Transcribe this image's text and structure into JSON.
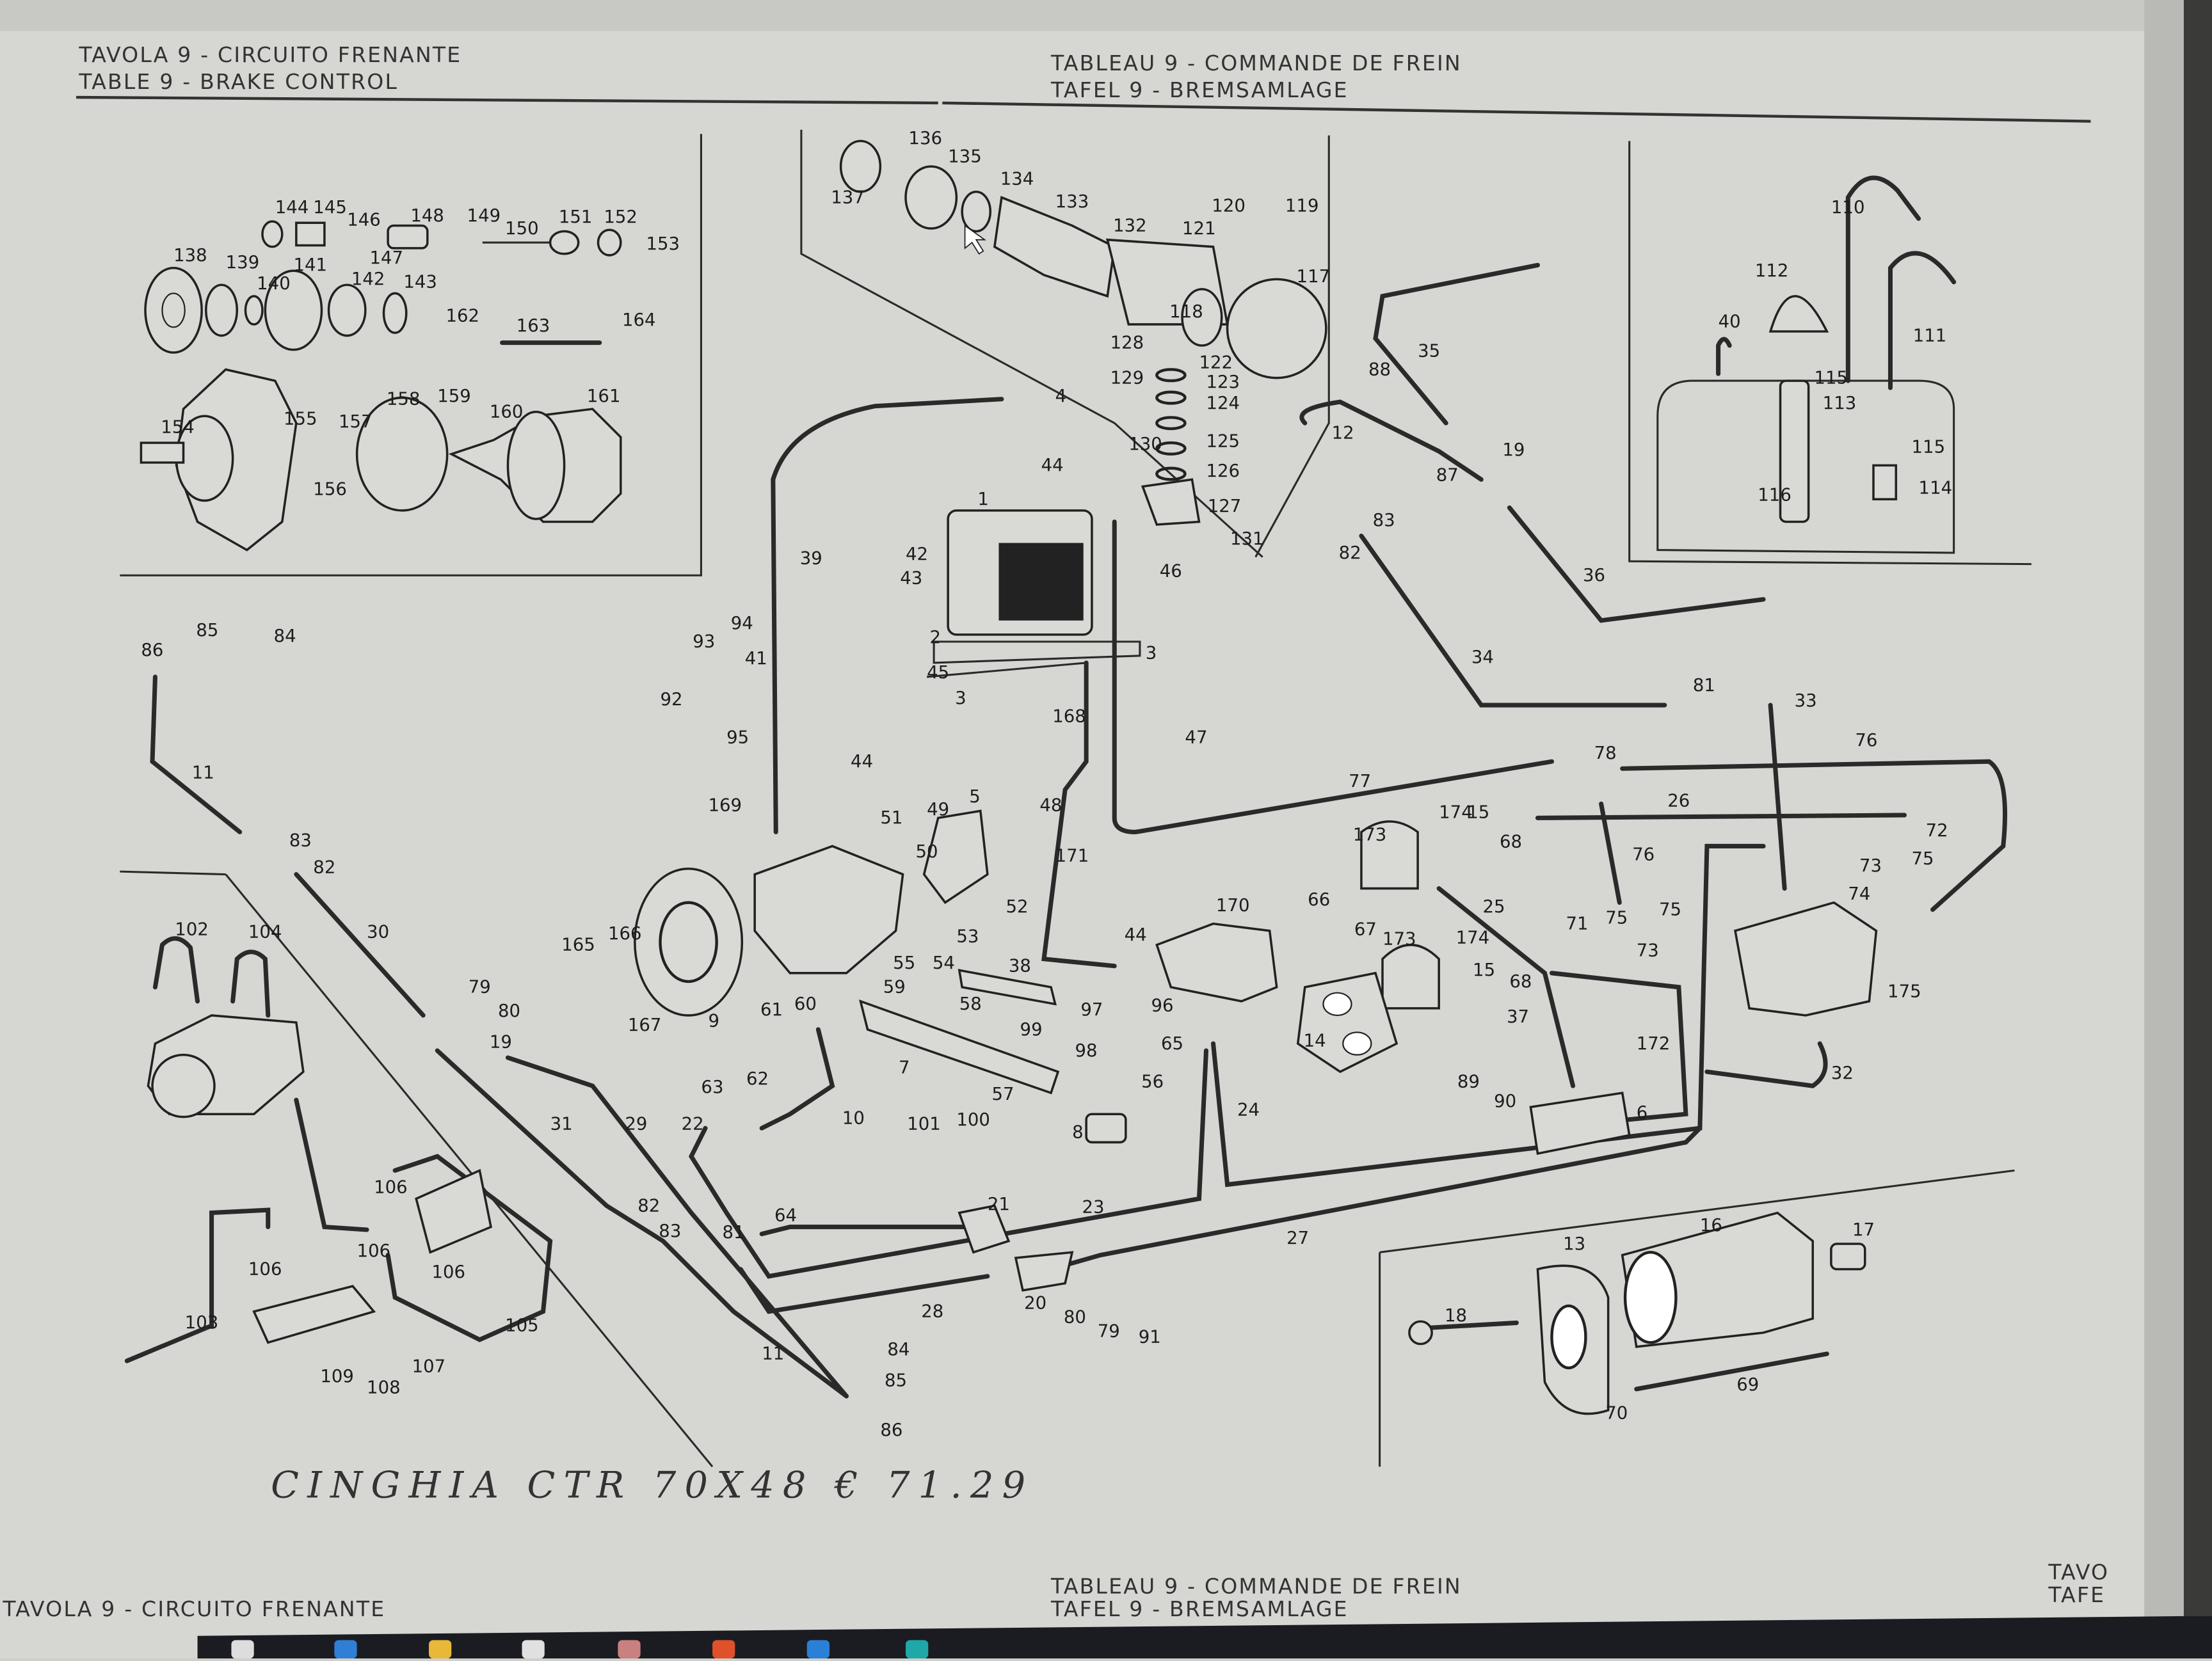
{
  "header": {
    "left_line1": "TAVOLA 9 - CIRCUITO FRENANTE",
    "left_line2": "TABLE   9 - BRAKE CONTROL",
    "right_line1": "TABLEAU 9 - COMMANDE DE FREIN",
    "right_line2": "TAFEL     9 - BREMSAMLAGE"
  },
  "footer": {
    "left_line1": "TAVOLA 9 - CIRCUITO FRENANTE",
    "right_line1": "TABLEAU 9 - COMMANDE DE FREIN",
    "right_line2": "TAFEL 9 - BREMSAMLAGE",
    "edge_line1": "TAVO",
    "edge_line2": "TAFE"
  },
  "handwritten_note": "CINGHIA CTR 70X48   € 71.29",
  "callouts": [
    "144",
    "145",
    "146",
    "147",
    "148",
    "149",
    "150",
    "151",
    "152",
    "153",
    "138",
    "139",
    "140",
    "141",
    "142",
    "143",
    "162",
    "163",
    "164",
    "154",
    "155",
    "156",
    "157",
    "158",
    "159",
    "160",
    "161",
    "136",
    "135",
    "137",
    "134",
    "133",
    "132",
    "120",
    "119",
    "121",
    "117",
    "118",
    "128",
    "129",
    "122",
    "123",
    "124",
    "130",
    "125",
    "126",
    "127",
    "131",
    "110",
    "112",
    "111",
    "40",
    "115",
    "113",
    "115",
    "116",
    "114",
    "4",
    "1",
    "44",
    "42",
    "43",
    "46",
    "39",
    "2",
    "45",
    "3",
    "3",
    "168",
    "47",
    "88",
    "35",
    "12",
    "19",
    "87",
    "83",
    "82",
    "36",
    "34",
    "81",
    "33",
    "76",
    "78",
    "77",
    "26",
    "76",
    "94",
    "93",
    "41",
    "92",
    "95",
    "44",
    "5",
    "49",
    "51",
    "48",
    "50",
    "52",
    "169",
    "171",
    "173",
    "174",
    "15",
    "68",
    "25",
    "66",
    "67",
    "170",
    "44",
    "165",
    "166",
    "53",
    "55",
    "54",
    "38",
    "71",
    "75",
    "75",
    "73",
    "172",
    "174",
    "173",
    "15",
    "68",
    "72",
    "73",
    "75",
    "74",
    "175",
    "32",
    "37",
    "14",
    "89",
    "90",
    "6",
    "167",
    "9",
    "61",
    "60",
    "59",
    "58",
    "97",
    "99",
    "98",
    "96",
    "65",
    "56",
    "63",
    "62",
    "57",
    "101",
    "100",
    "10",
    "7",
    "8",
    "24",
    "86",
    "85",
    "84",
    "11",
    "83",
    "82",
    "30",
    "102",
    "104",
    "79",
    "80",
    "19",
    "31",
    "29",
    "22",
    "106",
    "106",
    "106",
    "106",
    "103",
    "105",
    "109",
    "108",
    "107",
    "82",
    "83",
    "81",
    "64",
    "21",
    "23",
    "27",
    "28",
    "20",
    "80",
    "79",
    "91",
    "11",
    "84",
    "85",
    "86",
    "13",
    "16",
    "17",
    "18",
    "70",
    "69"
  ],
  "taskbar": {
    "icons": [
      "start-icon",
      "edge-browser-icon",
      "file-explorer-icon",
      "store-icon",
      "photos-icon",
      "chrome-icon",
      "mail-icon",
      "app-icon"
    ],
    "colors": [
      "#dddddd",
      "#2f7fd6",
      "#e8b838",
      "#e0e0e0",
      "#c98080",
      "#e0502a",
      "#2a80d8",
      "#1fa8a8"
    ]
  }
}
